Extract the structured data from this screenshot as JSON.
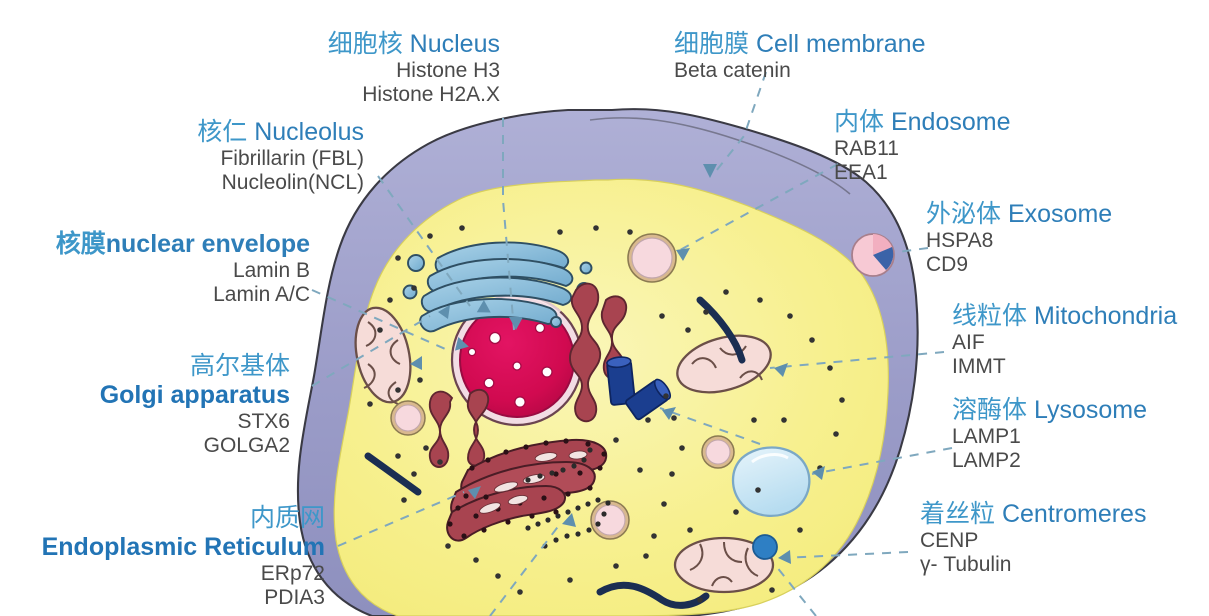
{
  "diagram": {
    "title": "Eukaryotic cell organelle marker diagram",
    "colors": {
      "label_title_cn": "#3E97C9",
      "label_title_en": "#2274B5",
      "label_sub": "#4a4a4a",
      "membrane": "#9B9CC8",
      "membrane_outer": "#A9AAD2",
      "cytoplasm": "#F7F08F",
      "cytoplasm_light": "#FAF7BE",
      "nucleus": "#D10A50",
      "nucleus_ring": "#E7A8BD",
      "golgi": "#7EB5D6",
      "er": "#A84450",
      "mitochondria": "#F6DCD8",
      "lysosome": "#CCE7F5",
      "centrosome": "#1B3E8F",
      "vesicle": "#F7D9DE",
      "leader_line": "#7FA8BE"
    }
  },
  "labels": [
    {
      "id": "nucleus",
      "cn": "细胞核",
      "en": "Nucleus",
      "markers": [
        "Histone H3",
        "Histone H2A.X"
      ],
      "align": "left",
      "style": "inline"
    },
    {
      "id": "nucleolus",
      "cn": "核仁",
      "en": "Nucleolus",
      "markers": [
        "Fibrillarin (FBL)",
        "Nucleolin(NCL)"
      ],
      "align": "left",
      "style": "inline"
    },
    {
      "id": "nuclear-envelope",
      "cn": "核膜",
      "en": "nuclear envelope",
      "markers": [
        "Lamin B",
        "Lamin A/C"
      ],
      "align": "left",
      "style": "inline-bold"
    },
    {
      "id": "golgi-apparatus",
      "cn": "高尔基体",
      "en": "Golgi apparatus",
      "markers": [
        "STX6",
        "GOLGA2"
      ],
      "align": "left",
      "style": "stacked"
    },
    {
      "id": "endoplasmic-reticulum",
      "cn": "内质网",
      "en": "Endoplasmic Reticulum",
      "markers": [
        "ERp72",
        "PDIA3"
      ],
      "align": "left",
      "style": "stacked"
    },
    {
      "id": "cell-membrane",
      "cn": "细胞膜",
      "en": "Cell membrane",
      "markers": [
        "Beta catenin"
      ],
      "align": "right",
      "style": "inline"
    },
    {
      "id": "endosome",
      "cn": "内体",
      "en": "Endosome",
      "markers": [
        "RAB11",
        "EEA1"
      ],
      "align": "right",
      "style": "inline"
    },
    {
      "id": "exosome",
      "cn": "外泌体",
      "en": "Exosome",
      "markers": [
        "HSPA8",
        "CD9"
      ],
      "align": "right",
      "style": "inline"
    },
    {
      "id": "mitochondria",
      "cn": "线粒体",
      "en": "Mitochondria",
      "markers": [
        "AIF",
        "IMMT"
      ],
      "align": "right",
      "style": "inline"
    },
    {
      "id": "lysosome",
      "cn": "溶酶体",
      "en": "Lysosome",
      "markers": [
        "LAMP1",
        "LAMP2"
      ],
      "align": "right",
      "style": "inline"
    },
    {
      "id": "centromeres",
      "cn": "着丝粒",
      "en": "Centromeres",
      "markers": [
        "CENP",
        "γ- Tubulin"
      ],
      "align": "right",
      "style": "inline"
    }
  ],
  "organelles": [
    {
      "id": "cell-membrane-shape",
      "name": "cell membrane"
    },
    {
      "id": "cytoplasm-shape",
      "name": "cytoplasm"
    },
    {
      "id": "nucleus-shape",
      "name": "nucleus"
    },
    {
      "id": "nucleolus-shape",
      "name": "nucleolus"
    },
    {
      "id": "golgi-shape",
      "name": "Golgi apparatus"
    },
    {
      "id": "rough-er-shape",
      "name": "rough endoplasmic reticulum"
    },
    {
      "id": "smooth-er-shape",
      "name": "smooth endoplasmic reticulum"
    },
    {
      "id": "mitochondrion-1",
      "name": "mitochondrion"
    },
    {
      "id": "mitochondrion-2",
      "name": "mitochondrion"
    },
    {
      "id": "mitochondrion-3",
      "name": "mitochondrion"
    },
    {
      "id": "lysosome-shape",
      "name": "lysosome"
    },
    {
      "id": "centrosome-shape",
      "name": "centrosome"
    },
    {
      "id": "exosome-shape",
      "name": "exosome"
    },
    {
      "id": "endosome-shape",
      "name": "endosome"
    },
    {
      "id": "vesicle-1",
      "name": "vesicle"
    },
    {
      "id": "vesicle-2",
      "name": "vesicle"
    },
    {
      "id": "vesicle-3",
      "name": "vesicle"
    },
    {
      "id": "centromere-shape",
      "name": "centromere"
    }
  ]
}
